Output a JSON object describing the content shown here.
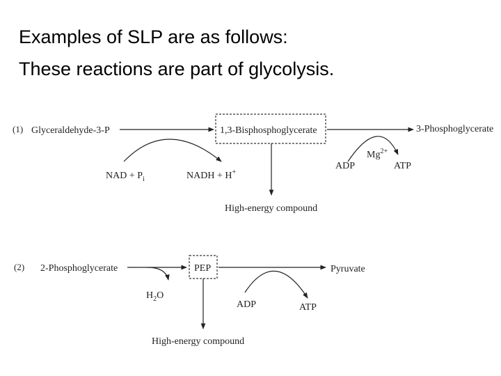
{
  "heading": {
    "line1": "Examples of SLP are as follows:",
    "line2": "These reactions are part of glycolysis."
  },
  "reaction1": {
    "number": "(1)",
    "substrate": "Glyceraldehyde-3-P",
    "intermediate": "1,3-Bisphosphoglycerate",
    "product": "3-Phosphoglycerate",
    "cofactor_in": "NAD + P",
    "cofactor_in_sub": "i",
    "cofactor_out": "NADH + H",
    "cofactor_out_sup": "+",
    "adp": "ADP",
    "atp": "ATP",
    "metal": "Mg",
    "metal_sup": "2+",
    "high_energy": "High-energy compound"
  },
  "reaction2": {
    "number": "(2)",
    "substrate": "2-Phosphoglycerate",
    "intermediate": "PEP",
    "product": "Pyruvate",
    "water": "H",
    "water_sub": "2",
    "water_tail": "O",
    "adp": "ADP",
    "atp": "ATP",
    "high_energy": "High-energy compound"
  }
}
